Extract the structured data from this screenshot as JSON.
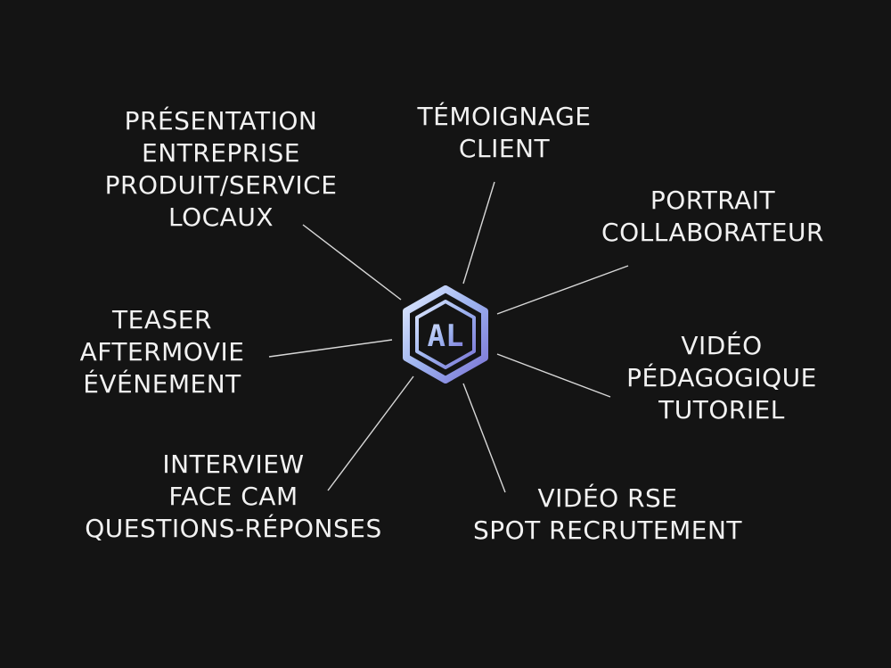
{
  "center_logo": {
    "text": "AL",
    "gradient": [
      "#d9e6ff",
      "#9fb3f0",
      "#7a78d8"
    ]
  },
  "line_color": "#d8d8d8",
  "nodes": [
    {
      "id": "presentation",
      "lines": [
        "PRÉSENTATION",
        "ENTREPRISE",
        "PRODUIT/SERVICE",
        "LOCAUX"
      ]
    },
    {
      "id": "temoignage",
      "lines": [
        "TÉMOIGNAGE",
        "CLIENT"
      ]
    },
    {
      "id": "portrait",
      "lines": [
        "PORTRAIT",
        "COLLABORATEUR"
      ]
    },
    {
      "id": "teaser",
      "lines": [
        "TEASER",
        "AFTERMOVIE",
        "ÉVÉNEMENT"
      ]
    },
    {
      "id": "pedagogique",
      "lines": [
        "VIDÉO",
        "PÉDAGOGIQUE",
        "TUTORIEL"
      ]
    },
    {
      "id": "interview",
      "lines": [
        "INTERVIEW",
        "FACE CAM",
        "QUESTIONS-RÉPONSES"
      ]
    },
    {
      "id": "rse",
      "lines": [
        "VIDÉO RSE",
        "SPOT RECRUTEMENT"
      ]
    }
  ]
}
